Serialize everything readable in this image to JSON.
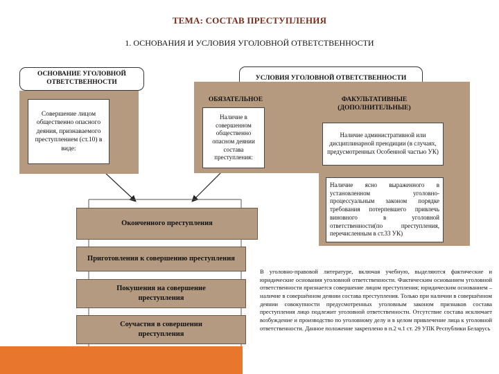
{
  "page": {
    "title": "ТЕМА: СОСТАВ ПРЕСТУПЛЕНИЯ",
    "subtitle": "1. ОСНОВАНИЯ И УСЛОВИЯ УГОЛОВНОЙ ОТВЕТСТВЕННОСТИ"
  },
  "left": {
    "header": "ОСНОВАНИЕ УГОЛОВНОЙ ОТВЕТСТВЕННОСТИ",
    "box": "Совершение лицом общественно опасного деяния, признаваемого преступлением (ст.10) в виде:"
  },
  "right": {
    "header": "УСЛОВИЯ УГОЛОВНОЙ ОТВЕТСТВЕННОСТИ",
    "mandatory_header": "ОБЯЗАТЕЛЬНОЕ",
    "mandatory_box": "Наличие в совершенном общественно опасном деянии состава преступления:",
    "optional_header": "ФАКУЛЬТАТИВНЫЕ (ДОПОЛНИТЕЛЬНЫЕ)",
    "optional_box1": "Наличие административной или дисциплинарной преюдиции (в случаях, предусмотренных Особенной частью УК)",
    "optional_box2": "Наличие ясно выраженного в установленном уголовно-процессуальным законом порядке требования потерпевшего привлечь виновного в уголовной ответственности(по преступления, перечисленным в ст.33 УК)"
  },
  "stages": [
    "Оконченного преступления",
    "Приготовления к совершению преступления",
    "Покушения на совершение преступления",
    "Соучастия в совершении преступления"
  ],
  "note": "В уголовно-правовой литературе, включая учебную, выделяются фактические и юридические основания уголовной ответственности. Фактическим основанием уголовной ответственности признается совершение лицом преступления; юридическим основанием – наличие в совершённом деянии состава преступления. Только при наличии в совершённом деянии совокупности предусмотренных уголовным законом признаков состава преступления лицо подлежит уголовной ответственности. Отсутствие состава исключает возбуждение и производство по уголовному делу и в целом привлечение лица к уголовной ответственности. Данное положение закреплено в п.2 ч.1 ст. 29 УПК Республики Беларусь",
  "colors": {
    "title": "#7a2a1a",
    "panel": "#b59a7f",
    "stage": "#b49a80",
    "accent": "#e8762c",
    "strip": "#e6edf3"
  }
}
